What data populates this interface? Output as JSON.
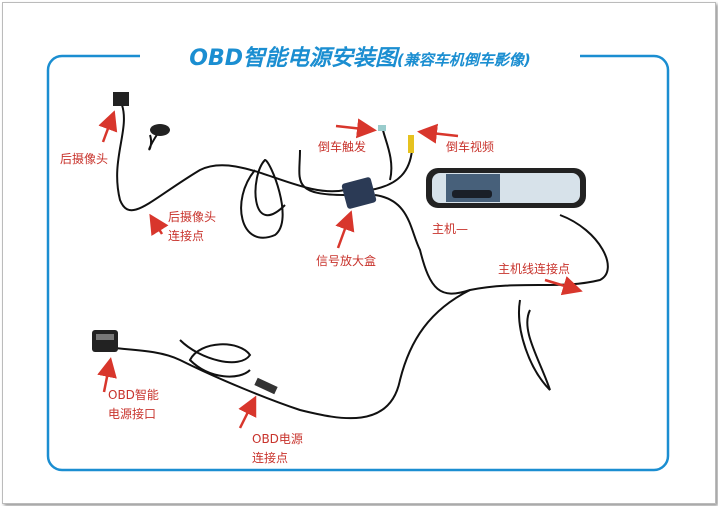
{
  "title": {
    "main": "OBD智能电源安装图",
    "sub": "(兼容车机倒车影像)"
  },
  "labels": {
    "rear_camera": "后摄像头",
    "rear_camera_joint_1": "后摄像头",
    "rear_camera_joint_2": "连接点",
    "reverse_trigger": "倒车触发",
    "reverse_video": "倒车视频",
    "host": "主机—",
    "signal_amp": "信号放大盒",
    "host_cable_joint": "主机线连接点",
    "obd_port_1": "OBD智能",
    "obd_port_2": "电源接口",
    "obd_joint_1": "OBD电源",
    "obd_joint_2": "连接点"
  },
  "colors": {
    "frame": "#1b8ed1",
    "label": "#c8332c",
    "cable": "#111111"
  }
}
